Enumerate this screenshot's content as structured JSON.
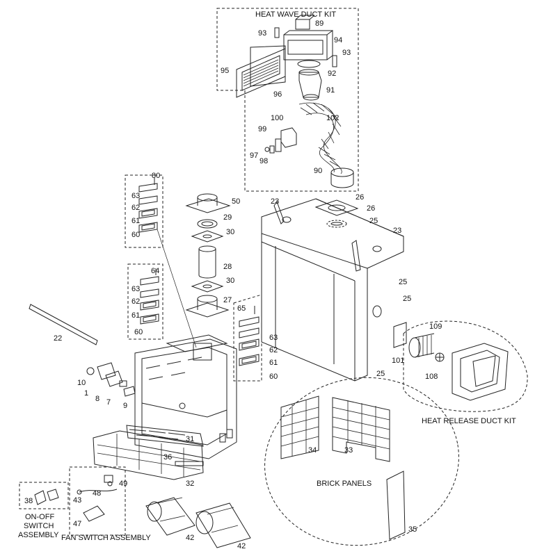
{
  "diagram": {
    "type": "exploded-parts-diagram",
    "groups": {
      "heat_wave_duct_kit": "HEAT WAVE DUCT KIT",
      "heat_release_duct_kit": "HEAT RELEASE DUCT KIT",
      "brick_panels": "BRICK PANELS",
      "fan_switch_assembly": "FAN SWITCH ASSEMBLY",
      "on_off_switch_assembly_line1": "ON-OFF",
      "on_off_switch_assembly_line2": "SWITCH",
      "on_off_switch_assembly_line3": "ASSEMBLY"
    },
    "part_labels": [
      {
        "id": "p89",
        "text": "89"
      },
      {
        "id": "p93a",
        "text": "93"
      },
      {
        "id": "p94",
        "text": "94"
      },
      {
        "id": "p93b",
        "text": "93"
      },
      {
        "id": "p95",
        "text": "95"
      },
      {
        "id": "p92",
        "text": "92"
      },
      {
        "id": "p96",
        "text": "96"
      },
      {
        "id": "p91",
        "text": "91"
      },
      {
        "id": "p100",
        "text": "100"
      },
      {
        "id": "p102",
        "text": "102"
      },
      {
        "id": "p99",
        "text": "99"
      },
      {
        "id": "p97",
        "text": "97"
      },
      {
        "id": "p98",
        "text": "98"
      },
      {
        "id": "p90",
        "text": "90"
      },
      {
        "id": "p80",
        "text": "80"
      },
      {
        "id": "p63a",
        "text": "63"
      },
      {
        "id": "p62a",
        "text": "62"
      },
      {
        "id": "p61a",
        "text": "61"
      },
      {
        "id": "p60a",
        "text": "60"
      },
      {
        "id": "p50",
        "text": "50"
      },
      {
        "id": "p29",
        "text": "29"
      },
      {
        "id": "p30a",
        "text": "30"
      },
      {
        "id": "p28",
        "text": "28"
      },
      {
        "id": "p30b",
        "text": "30"
      },
      {
        "id": "p27",
        "text": "27"
      },
      {
        "id": "p23a",
        "text": "23"
      },
      {
        "id": "p26a",
        "text": "26"
      },
      {
        "id": "p26b",
        "text": "26"
      },
      {
        "id": "p25a",
        "text": "25"
      },
      {
        "id": "p23b",
        "text": "23"
      },
      {
        "id": "p25b",
        "text": "25"
      },
      {
        "id": "p25c",
        "text": "25"
      },
      {
        "id": "p25d",
        "text": "25"
      },
      {
        "id": "p101",
        "text": "101"
      },
      {
        "id": "p64",
        "text": "64"
      },
      {
        "id": "p63b",
        "text": "63"
      },
      {
        "id": "p62b",
        "text": "62"
      },
      {
        "id": "p61b",
        "text": "61"
      },
      {
        "id": "p60b",
        "text": "60"
      },
      {
        "id": "p65",
        "text": "65"
      },
      {
        "id": "p63c",
        "text": "63"
      },
      {
        "id": "p62c",
        "text": "62"
      },
      {
        "id": "p61c",
        "text": "61"
      },
      {
        "id": "p60c",
        "text": "60"
      },
      {
        "id": "p22",
        "text": "22"
      },
      {
        "id": "p10",
        "text": "10"
      },
      {
        "id": "p1",
        "text": "1"
      },
      {
        "id": "p8",
        "text": "8"
      },
      {
        "id": "p7",
        "text": "7"
      },
      {
        "id": "p9",
        "text": "9"
      },
      {
        "id": "p109",
        "text": "109"
      },
      {
        "id": "p108",
        "text": "108"
      },
      {
        "id": "p31",
        "text": "31"
      },
      {
        "id": "p36",
        "text": "36"
      },
      {
        "id": "p32",
        "text": "32"
      },
      {
        "id": "p34",
        "text": "34"
      },
      {
        "id": "p33",
        "text": "33"
      },
      {
        "id": "p35",
        "text": "35"
      },
      {
        "id": "p38",
        "text": "38"
      },
      {
        "id": "p49",
        "text": "49"
      },
      {
        "id": "p48",
        "text": "48"
      },
      {
        "id": "p43",
        "text": "43"
      },
      {
        "id": "p47",
        "text": "47"
      },
      {
        "id": "p42a",
        "text": "42"
      },
      {
        "id": "p42b",
        "text": "42"
      }
    ]
  }
}
